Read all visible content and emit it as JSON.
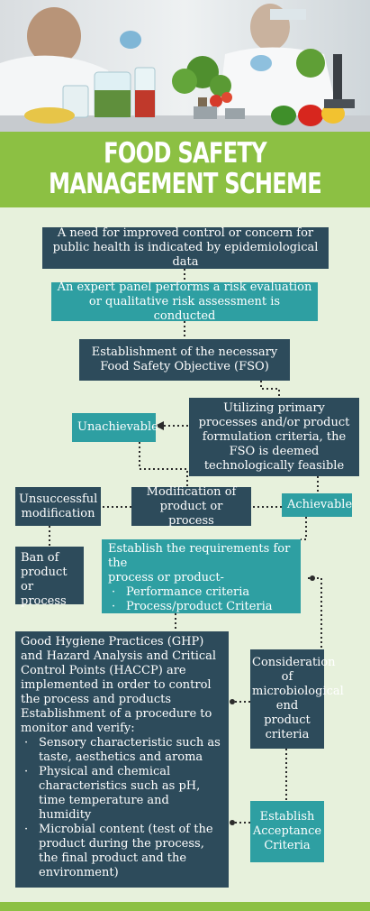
{
  "header": {
    "title_line1": "FOOD SAFETY",
    "title_line2": "MANAGEMENT SCHEME"
  },
  "colors": {
    "banner_green": "#8cc043",
    "background": "#e7f1dc",
    "dark_box": "#2d4b5b",
    "teal_box": "#2e9fa2",
    "connector": "#2b2b2b"
  },
  "nodes": {
    "need": "A need for improved control or concern for public health is indicated by epidemiological data",
    "expert": "An expert panel performs a risk evaluation or qualitative risk assessment is conducted",
    "fso_line1": "Establishment of the necessary",
    "fso_line2": "Food Safety Objective (FSO)",
    "utilizing": "Utilizing primary processes and/or product formulation criteria, the FSO is deemed technologically feasible",
    "unachievable": "Unachievable",
    "unsuccessful_line1": "Unsuccessful",
    "unsuccessful_line2": "modification",
    "modification_line1": "Modification of",
    "modification_line2": "product or process",
    "achievable": "Achievable",
    "ban_line1": "Ban of",
    "ban_line2": "product or",
    "ban_line3": "process",
    "requirements": {
      "heading_line1": "Establish the requirements for the",
      "heading_line2": "process or product-",
      "bullets": [
        "Performance criteria",
        "Process/product Criteria"
      ]
    },
    "ghp": {
      "intro": "Good Hygiene Practices (GHP) and Hazard Analysis and Critical Control Points (HACCP) are implemented in order to control the process and products Establishment of a procedure to monitor and verify:",
      "bullets": [
        "Sensory characteristic such as taste, aesthetics and aroma",
        "Physical and chemical characteristics such as pH, time temperature and humidity",
        "Microbial content (test of the product during the process, the final product and the environment)"
      ]
    },
    "consideration_line1": "Consideration",
    "consideration_line2": "of",
    "consideration_line3": "microbiological",
    "consideration_line4": "end product",
    "consideration_line5": "criteria",
    "acceptance_line1": "Establish",
    "acceptance_line2": "Acceptance",
    "acceptance_line3": "Criteria"
  }
}
